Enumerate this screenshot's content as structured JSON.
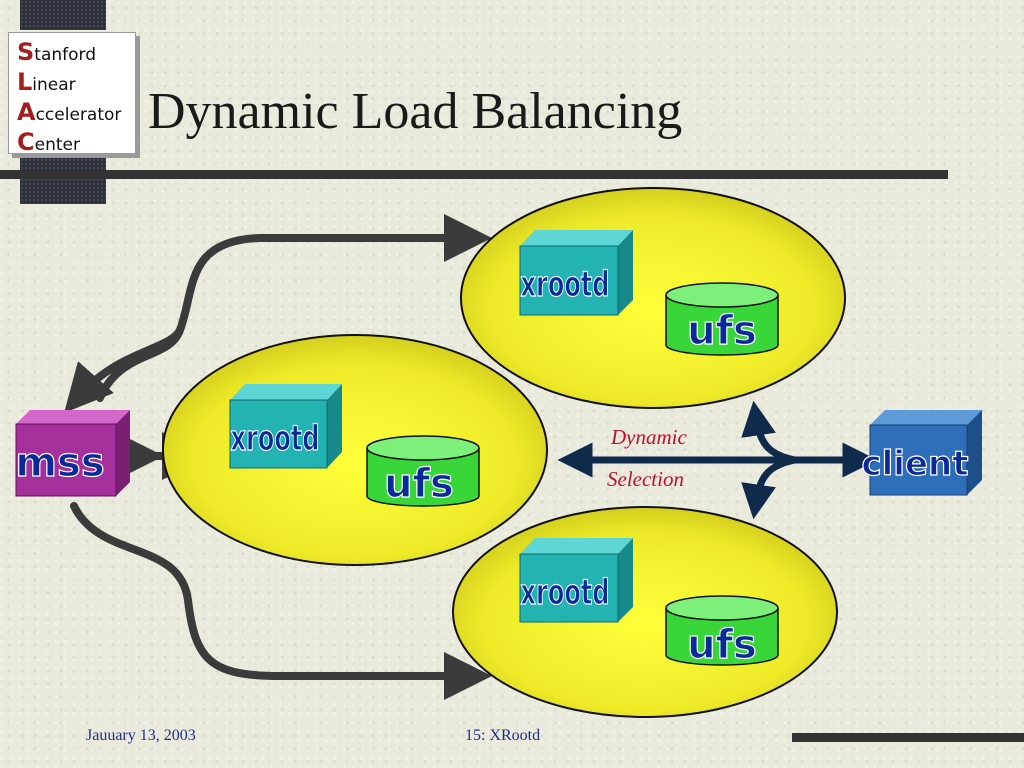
{
  "logo": {
    "lines": [
      {
        "initial": "S",
        "rest": "tanford"
      },
      {
        "initial": "L",
        "rest": "inear"
      },
      {
        "initial": "A",
        "rest": "ccelerator"
      },
      {
        "initial": "C",
        "rest": "enter"
      }
    ]
  },
  "slide": {
    "title": "Dynamic Load Balancing"
  },
  "diagram": {
    "mss_label": "mss",
    "client_label": "client",
    "server_labels": [
      "xrootd",
      "xrootd",
      "xrootd"
    ],
    "disk_labels": [
      "ufs",
      "ufs",
      "ufs"
    ],
    "selection": {
      "line1": "Dynamic",
      "line2": "Selection"
    }
  },
  "footer": {
    "date": "Jauuary 13, 2003",
    "page": "15: XRootd"
  },
  "colors": {
    "ellipse": "#f2ef2c",
    "mss": "#a6309c",
    "server": "#24b3b3",
    "disk": "#39d63a",
    "client": "#2f6fb9",
    "arrow": "#3b3b3b",
    "selection_arrow": "#0f2a4a",
    "accent_text": "#c0102a"
  }
}
